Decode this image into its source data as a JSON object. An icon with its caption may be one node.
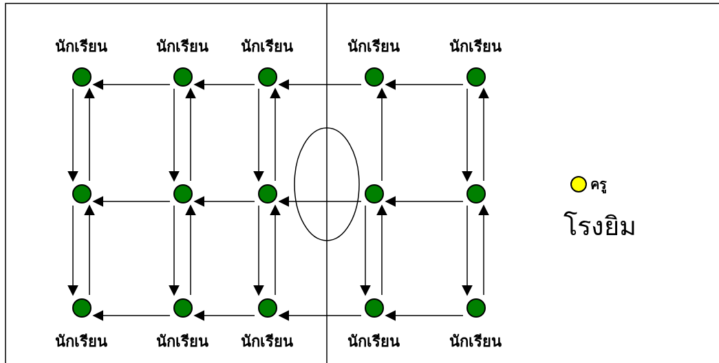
{
  "diagram": {
    "nodes": [
      {
        "text": [],
        "shape": "circle",
        "beside": [
          "นักเรียน"
        ]
      },
      {
        "text": [],
        "shape": "circle",
        "beside": [
          "นักเรียน"
        ]
      },
      {
        "text": [],
        "shape": "circle",
        "beside": [
          "นักเรียน"
        ]
      },
      {
        "text": [],
        "shape": "circle",
        "beside": [
          "นักเรียน"
        ]
      },
      {
        "text": [],
        "shape": "circle",
        "beside": [
          "นักเรียน"
        ]
      },
      {
        "text": [],
        "shape": "circle"
      },
      {
        "text": [],
        "shape": "circle"
      },
      {
        "text": [],
        "shape": "circle"
      },
      {
        "text": [],
        "shape": "circle"
      },
      {
        "text": [],
        "shape": "circle"
      },
      {
        "text": [],
        "shape": "circle",
        "beside": [
          "นักเรียน"
        ]
      },
      {
        "text": [],
        "shape": "circle",
        "beside": [
          "นักเรียน"
        ]
      },
      {
        "text": [],
        "shape": "circle",
        "beside": [
          "นักเรียน"
        ]
      },
      {
        "text": [],
        "shape": "circle",
        "beside": [
          "นักเรียน"
        ]
      },
      {
        "text": [],
        "shape": "circle",
        "beside": [
          "นักเรียน"
        ]
      }
    ],
    "edges": [
      {
        "from": 1,
        "to": 0,
        "arrow": "to"
      },
      {
        "from": 2,
        "to": 1,
        "arrow": "to"
      },
      {
        "from": 3,
        "to": 2,
        "arrow": "to"
      },
      {
        "from": 4,
        "to": 3,
        "arrow": "to"
      },
      {
        "from": 6,
        "to": 5,
        "arrow": "to"
      },
      {
        "from": 7,
        "to": 6,
        "arrow": "to"
      },
      {
        "from": 8,
        "to": 7,
        "arrow": "to"
      },
      {
        "from": 9,
        "to": 8,
        "arrow": "to"
      },
      {
        "from": 11,
        "to": 10,
        "arrow": "to"
      },
      {
        "from": 12,
        "to": 11,
        "arrow": "to"
      },
      {
        "from": 13,
        "to": 12,
        "arrow": "to"
      },
      {
        "from": 14,
        "to": 13,
        "arrow": "to"
      },
      {
        "from": 0,
        "to": 5,
        "arrow": "to"
      },
      {
        "from": 5,
        "to": 0,
        "arrow": "to"
      },
      {
        "from": 1,
        "to": 6,
        "arrow": "to"
      },
      {
        "from": 6,
        "to": 1,
        "arrow": "to"
      },
      {
        "from": 2,
        "to": 7,
        "arrow": "to"
      },
      {
        "from": 7,
        "to": 2,
        "arrow": "to"
      },
      {
        "from": 8,
        "to": 3,
        "arrow": "to"
      },
      {
        "from": 4,
        "to": 9,
        "arrow": "to"
      },
      {
        "from": 9,
        "to": 4,
        "arrow": "to"
      },
      {
        "from": 5,
        "to": 10,
        "arrow": "to"
      },
      {
        "from": 10,
        "to": 5,
        "arrow": "to"
      },
      {
        "from": 6,
        "to": 11,
        "arrow": "to"
      },
      {
        "from": 11,
        "to": 6,
        "arrow": "to"
      },
      {
        "from": 7,
        "to": 12,
        "arrow": "to"
      },
      {
        "from": 12,
        "to": 7,
        "arrow": "to"
      },
      {
        "from": 8,
        "to": 13,
        "arrow": "to"
      },
      {
        "from": 13,
        "to": 8,
        "arrow": "to"
      },
      {
        "from": 9,
        "to": 14,
        "arrow": "to"
      },
      {
        "from": 14,
        "to": 9,
        "arrow": "to"
      }
    ],
    "labels": [
      "โรงยิม"
    ],
    "legend": [
      {
        "text": "ครู",
        "color": "#ffff00"
      }
    ]
  }
}
